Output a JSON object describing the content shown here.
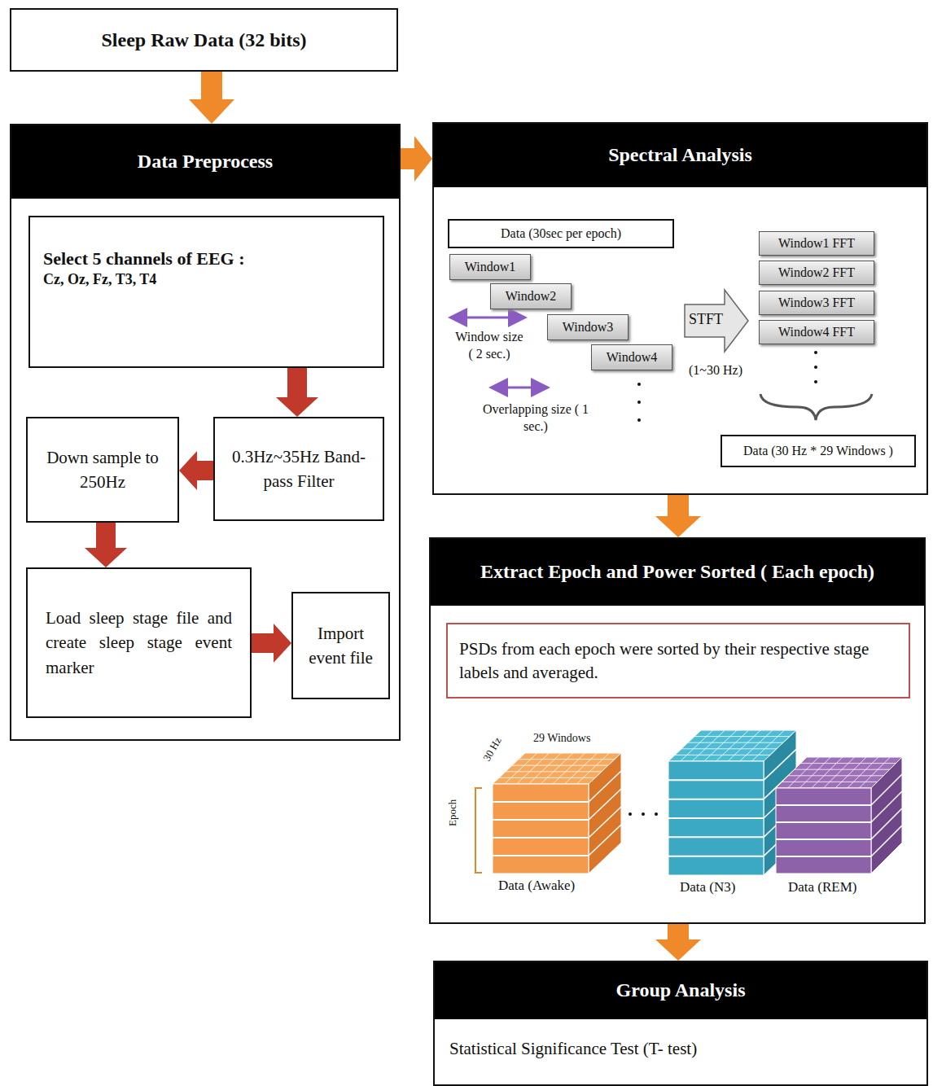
{
  "diagram": {
    "nodes": [
      {
        "text": [
          "Sleep Raw Data (32 bits)"
        ]
      },
      {
        "text": [
          "Data Preprocess"
        ]
      },
      {
        "text": [
          "Select 5 channels of EEG :",
          "Cz, Oz, Fz, T3, T4"
        ],
        "in": 1
      },
      {
        "text": [
          "0.3Hz~35Hz Band-pass Filter"
        ],
        "in": 1
      },
      {
        "text": [
          "Down sample to 250Hz"
        ],
        "in": 1
      },
      {
        "text": [
          "Load sleep stage file and create sleep stage event marker"
        ],
        "in": 1
      },
      {
        "text": [
          "Import event file"
        ],
        "in": 1
      },
      {
        "text": [
          "Spectral Analysis"
        ]
      },
      {
        "text": [
          "Data (30sec per epoch)"
        ],
        "in": 7
      },
      {
        "text": [
          "Window1"
        ],
        "in": 7
      },
      {
        "text": [
          "Window2"
        ],
        "in": 7
      },
      {
        "text": [
          "Window3"
        ],
        "in": 7
      },
      {
        "text": [
          "Window4"
        ],
        "in": 7
      },
      {
        "text": [
          "STFT"
        ],
        "in": 7
      },
      {
        "text": [
          "Window1 FFT"
        ],
        "in": 7
      },
      {
        "text": [
          "Window2 FFT"
        ],
        "in": 7
      },
      {
        "text": [
          "Window3 FFT"
        ],
        "in": 7
      },
      {
        "text": [
          "Window4 FFT"
        ],
        "in": 7
      },
      {
        "text": [
          "Data (30 Hz * 29 Windows )"
        ],
        "in": 7
      },
      {
        "text": [
          "Extract Epoch and Power Sorted ( Each epoch)"
        ]
      },
      {
        "text": [
          "PSDs from each epoch were sorted by their respective stage labels and averaged."
        ],
        "in": 19
      },
      {
        "text": [
          "Group Analysis",
          "Statistical Significance Test (T- test)"
        ]
      }
    ],
    "edges": [
      {
        "from": 0,
        "to": 1,
        "arrow": "to"
      },
      {
        "from": 1,
        "to": 7,
        "arrow": "to"
      },
      {
        "from": 2,
        "to": 3,
        "arrow": "to"
      },
      {
        "from": 3,
        "to": 4,
        "arrow": "to"
      },
      {
        "from": 4,
        "to": 5,
        "arrow": "to"
      },
      {
        "from": 5,
        "to": 6,
        "arrow": "to"
      },
      {
        "from": 7,
        "to": 19,
        "arrow": "to"
      },
      {
        "from": 19,
        "to": 21,
        "arrow": "to"
      }
    ],
    "labels": [
      "Window size ( 2 sec.)",
      "Overlapping size ( 1 sec.)",
      "(1~30 Hz)",
      "29 Windows",
      "30 Hz",
      "Epoch",
      "Data (Awake)",
      "Data (N3)",
      "Data (REM)"
    ]
  }
}
